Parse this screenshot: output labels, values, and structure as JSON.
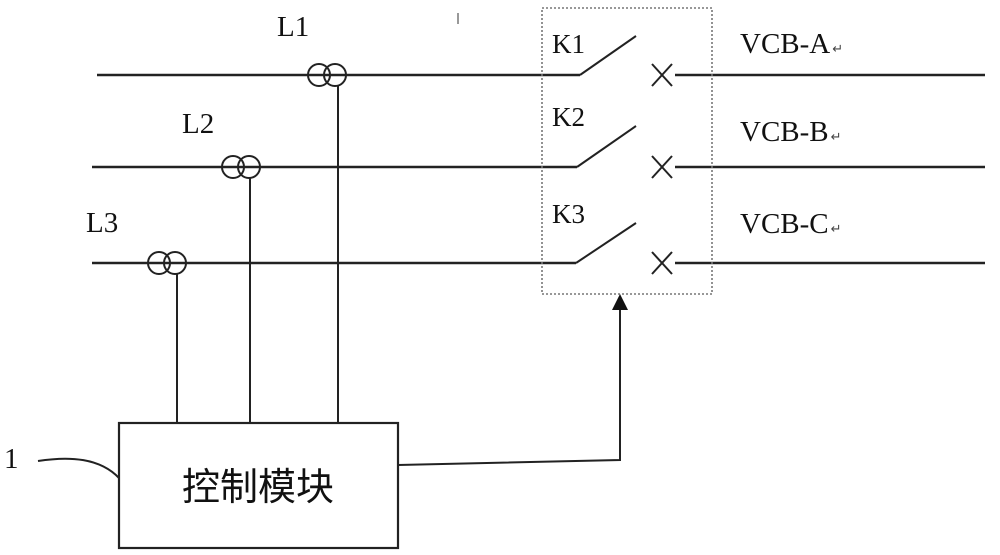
{
  "sensors": [
    {
      "label": "L1"
    },
    {
      "label": "L2"
    },
    {
      "label": "L3"
    }
  ],
  "switches": [
    {
      "label": "K1"
    },
    {
      "label": "K2"
    },
    {
      "label": "K3"
    }
  ],
  "breakers": [
    {
      "label": "VCB-A",
      "mark": "↵"
    },
    {
      "label": "VCB-B",
      "mark": "↵"
    },
    {
      "label": "VCB-C",
      "mark": "↵"
    }
  ],
  "module": {
    "ref": "1",
    "label": "控制模块"
  }
}
